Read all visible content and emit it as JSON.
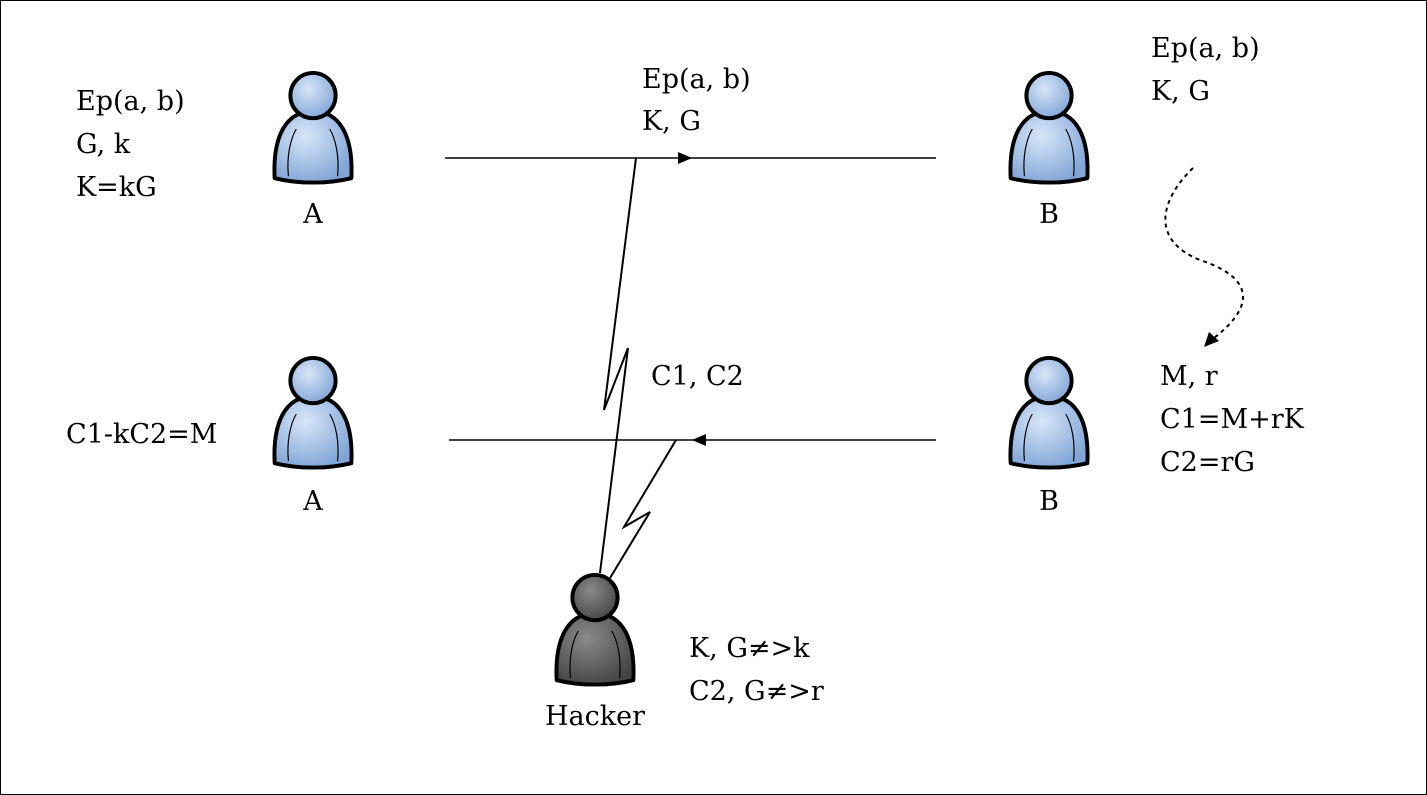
{
  "colors": {
    "user_fill": "#a9c4e8",
    "user_stroke": "#1f3a64",
    "hacker_fill": "#5a5a5a",
    "line": "#000000"
  },
  "actors": {
    "a_top": {
      "label": "A",
      "icon": "user-icon"
    },
    "b_top": {
      "label": "B",
      "icon": "user-icon"
    },
    "a_bottom": {
      "label": "A",
      "icon": "user-icon"
    },
    "b_bottom": {
      "label": "B",
      "icon": "user-icon"
    },
    "hacker": {
      "label": "Hacker",
      "icon": "hacker-user-icon"
    }
  },
  "notes": {
    "a_params": [
      "Ep(a, b)",
      "G, k",
      "K=kG"
    ],
    "transmit_public": [
      "Ep(a, b)",
      "K, G"
    ],
    "b_params": [
      "Ep(a, b)",
      "K, G"
    ],
    "b_encrypt": [
      "M, r",
      "C1=M+rK",
      "C2=rG"
    ],
    "cipher_msg": [
      "C1, C2"
    ],
    "a_decrypt": [
      "C1-kC2=M"
    ],
    "hacker_notes": [
      "K, G≠>k",
      "C2, G≠>r"
    ]
  }
}
